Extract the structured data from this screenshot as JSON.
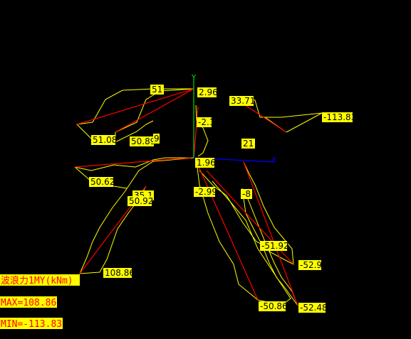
{
  "colors": {
    "background": "#000000",
    "envelope_line": "#ffff00",
    "member_line": "#ff0000",
    "axis_y": "#00ff00",
    "axis_x": "#0000ff",
    "label_bg": "#ffff00",
    "label_text": "#000000",
    "legend_text": "#ff0000"
  },
  "axes": {
    "y_label": "Y",
    "x_label": "X"
  },
  "value_labels": [
    {
      "id": "v1",
      "text": "51"
    },
    {
      "id": "v2",
      "text": "2.96"
    },
    {
      "id": "v3",
      "text": "33.71"
    },
    {
      "id": "v4",
      "text": "-113.83"
    },
    {
      "id": "v5",
      "text": "-2.1"
    },
    {
      "id": "v6",
      "text": "51.08"
    },
    {
      "id": "v7",
      "text": "50.89"
    },
    {
      "id": "v8",
      "text": "9"
    },
    {
      "id": "v9",
      "text": "21"
    },
    {
      "id": "v10",
      "text": "1.96"
    },
    {
      "id": "v11",
      "text": "50.62"
    },
    {
      "id": "v12",
      "text": "-2.99"
    },
    {
      "id": "v13",
      "text": "-8"
    },
    {
      "id": "v14",
      "text": "35.1"
    },
    {
      "id": "v15",
      "text": "50.92"
    },
    {
      "id": "v16",
      "text": "-51.92"
    },
    {
      "id": "v17",
      "text": "-52.9"
    },
    {
      "id": "v18",
      "text": "108.86"
    },
    {
      "id": "v19",
      "text": "-50.86"
    },
    {
      "id": "v20",
      "text": "-52.48"
    }
  ],
  "legend": {
    "title": "波浪力1MY(kNm)",
    "max": "MAX=108.86",
    "min": "MIN=-113.83"
  }
}
